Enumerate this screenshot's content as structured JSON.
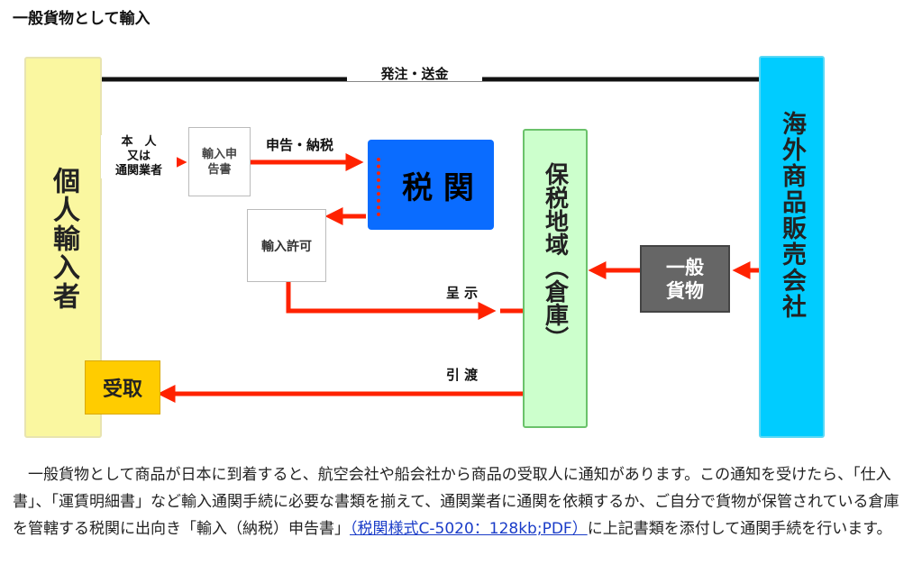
{
  "heading": "一般貨物として輸入",
  "diagram": {
    "individual_importer": "個人輸入者",
    "overseas_seller": "海外商品販売会社",
    "order_payment": "発注・送金",
    "self_or_broker": [
      "本　人",
      "又は",
      "通関業者"
    ],
    "declaration_doc": "輸入申告書",
    "declare_pay": "申告・納税",
    "customs": "税 関",
    "import_permit": "輸入許可",
    "present": "呈 示",
    "bonded_area": "保税地域（倉庫）",
    "general_cargo": "一般貨物",
    "delivery": "引 渡",
    "receive": "受取",
    "colors": {
      "arrow": "#ff2200",
      "customs": "#0a6cff",
      "bonded": "#ccffcc",
      "seller": "#00ccff",
      "importer": "#faf7a0",
      "receive": "#ffcc00",
      "cargo": "#666666"
    }
  },
  "body": {
    "text": "一般貨物として商品が日本に到着すると、航空会社や船会社から商品の受取人に通知があります。この通知を受けたら、「仕入書」、「運賃明細書」など輸入通関手続に必要な書類を揃えて、通関業者に通関を依頼するか、ご自分で貨物が保管されている倉庫を管轄する税関に出向き「輸入（納税）申告書」",
    "link": "（税関様式C-5020：128kb;PDF）",
    "text_after": "に上記書類を添付して通関手続を行います。"
  }
}
